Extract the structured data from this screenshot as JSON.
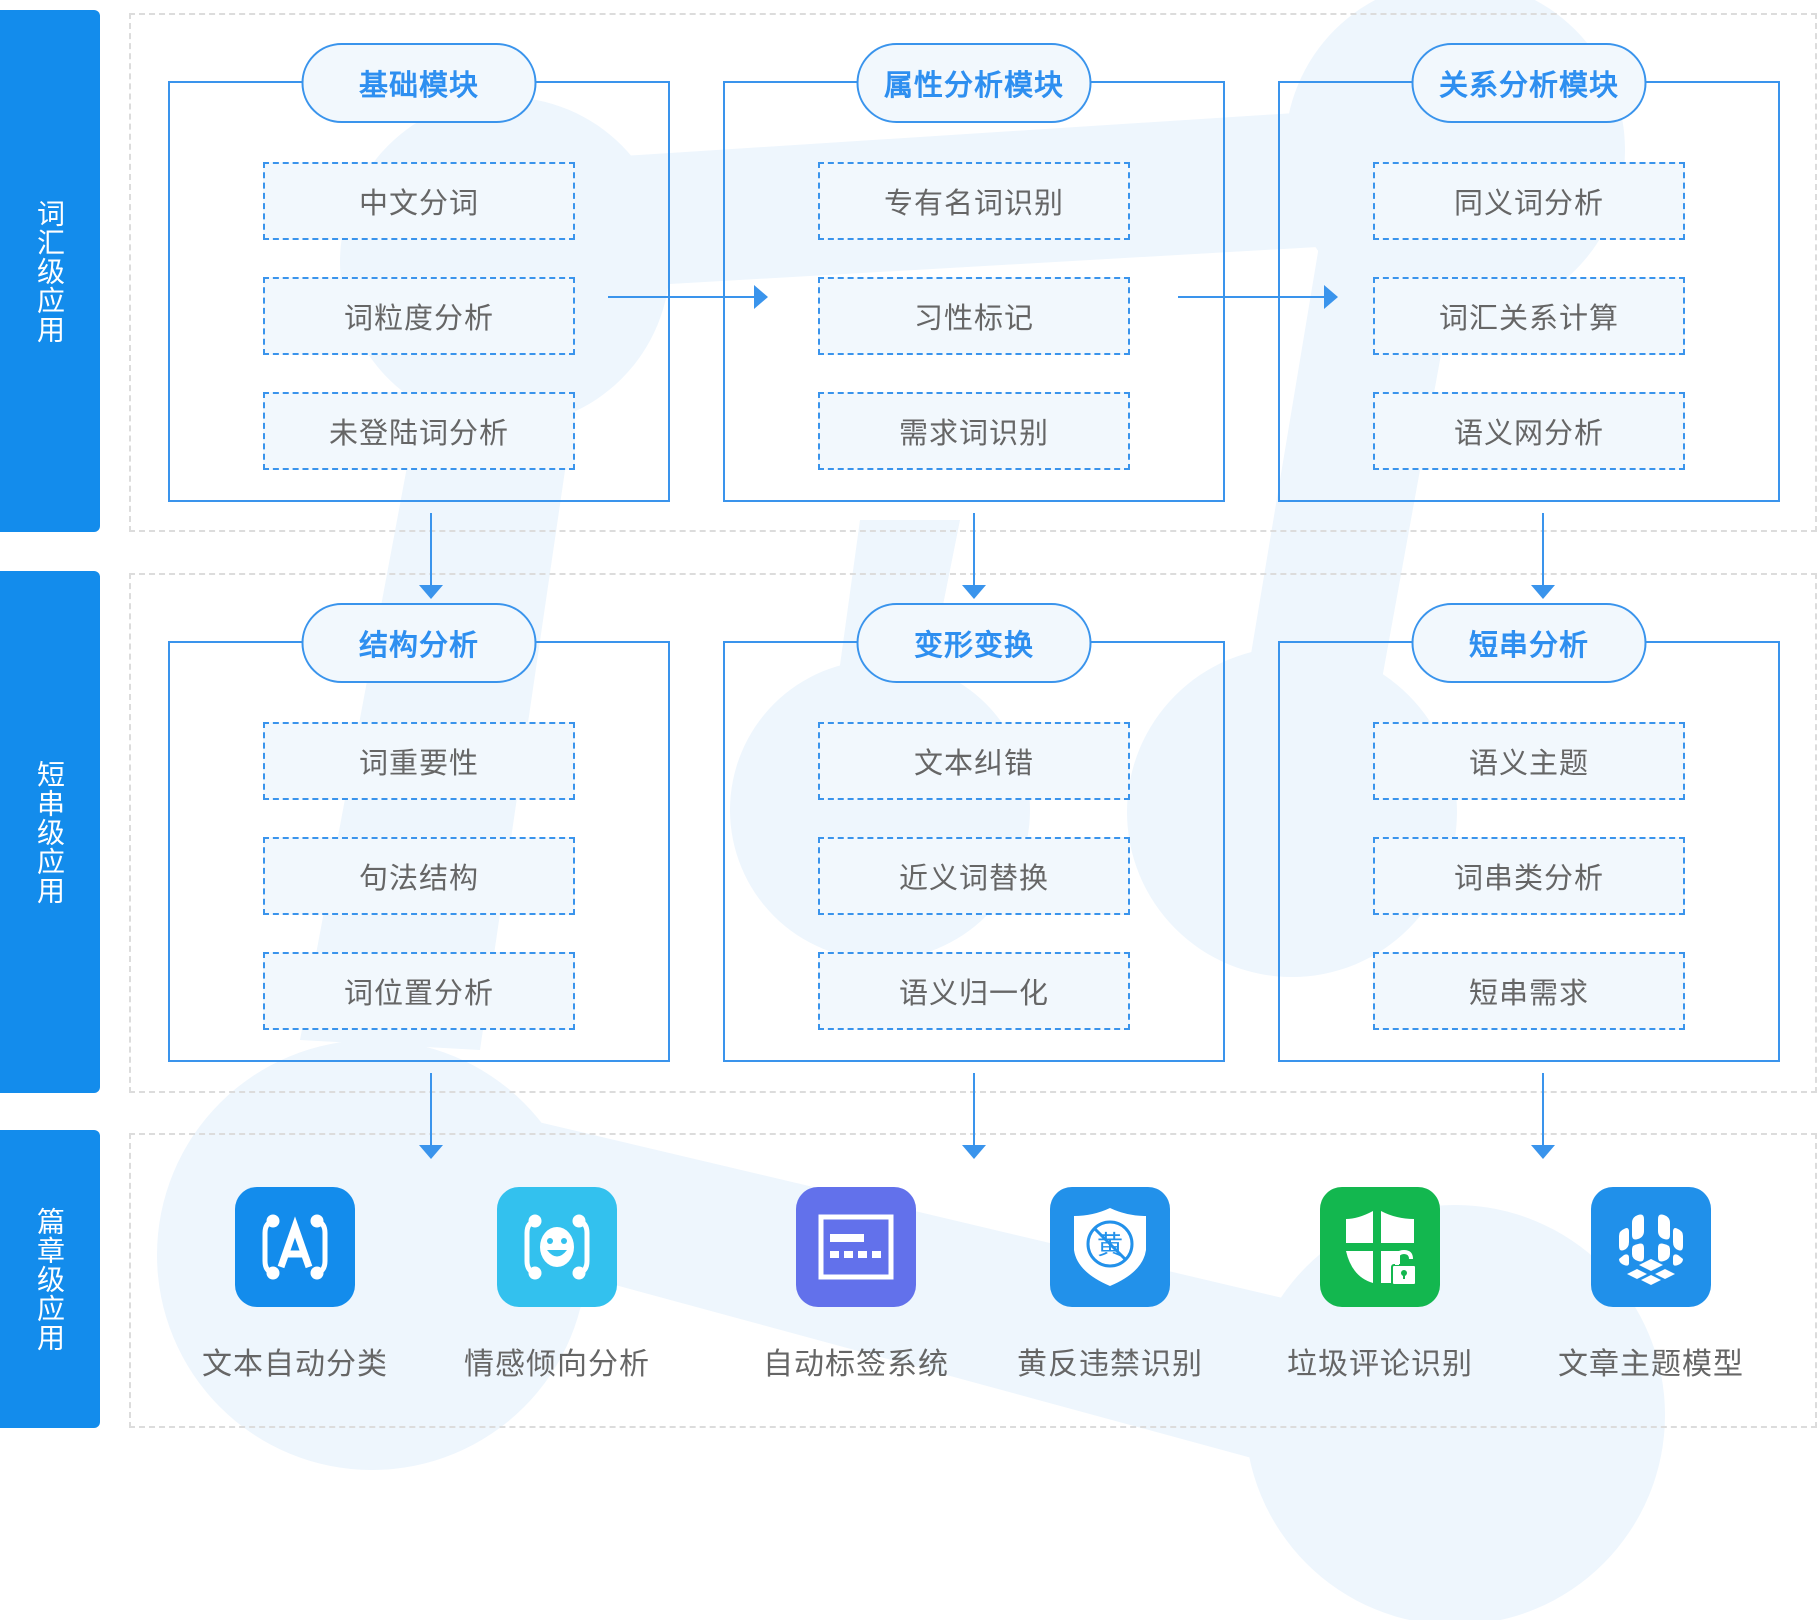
{
  "levels": [
    {
      "label": "词汇级应用"
    },
    {
      "label": "短串级应用"
    },
    {
      "label": "篇章级应用"
    }
  ],
  "lexical_modules": [
    {
      "title": "基础模块",
      "items": [
        "中文分词",
        "词粒度分析",
        "未登陆词分析"
      ]
    },
    {
      "title": "属性分析模块",
      "items": [
        "专有名词识别",
        "习性标记",
        "需求词识别"
      ]
    },
    {
      "title": "关系分析模块",
      "items": [
        "同义词分析",
        "词汇关系计算",
        "语义网分析"
      ]
    }
  ],
  "phrase_modules": [
    {
      "title": "结构分析",
      "items": [
        "词重要性",
        "句法结构",
        "词位置分析"
      ]
    },
    {
      "title": "变形变换",
      "items": [
        "文本纠错",
        "近义词替换",
        "语义归一化"
      ]
    },
    {
      "title": "短串分析",
      "items": [
        "语义主题",
        "词串类分析",
        "短串需求"
      ]
    }
  ],
  "applications": [
    {
      "label": "文本自动分类",
      "icon": "bracket-letter-a-icon",
      "color": "#138cec"
    },
    {
      "label": "情感倾向分析",
      "icon": "bracket-smiley-face-icon",
      "color": "#33c1ee"
    },
    {
      "label": "自动标签系统",
      "icon": "tag-panel-icon",
      "color": "#6271eb"
    },
    {
      "label": "黄反违禁识别",
      "icon": "shield-prohibited-icon",
      "color": "#2291ea",
      "glyph": "黄"
    },
    {
      "label": "垃圾评论识别",
      "icon": "shield-lock-icon",
      "color": "#13b74f"
    },
    {
      "label": "文章主题模型",
      "icon": "cube-model-icon",
      "color": "#2090ea"
    }
  ],
  "colors": {
    "side_bar": "#138cec",
    "accent_line": "#3a94ec",
    "pill_text": "#2e8ff0",
    "item_text": "#666666",
    "background_shape": "#eef6fd"
  }
}
